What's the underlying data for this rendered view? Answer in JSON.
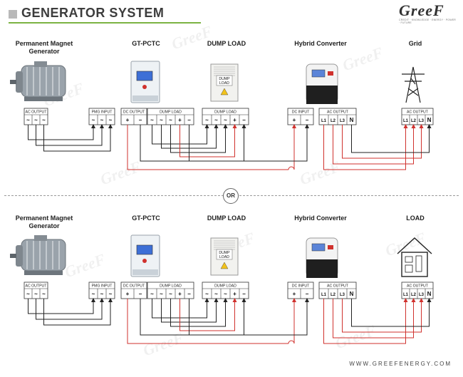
{
  "header": {
    "title": "GENERATOR SYSTEM"
  },
  "logo": {
    "text": "GreeF",
    "tagline": "CREDIT · KNOWLEDGE · ENERGY · POWER · FUTURE"
  },
  "colors": {
    "accent": "#7bb342",
    "dc_positive": "#d0312d",
    "dc_negative": "#222222"
  },
  "separator": {
    "label": "OR"
  },
  "upper": {
    "generator": {
      "label": "Permanent Magnet\nGenerator",
      "block_title": "AC OUTPUT",
      "terminals": [
        "~",
        "~",
        "~"
      ]
    },
    "controller": {
      "label": "GT-PCTC",
      "pmg_title": "PMG INPUT",
      "pmg_terminals": [
        "~",
        "~",
        "~"
      ],
      "dc_title": "DC OUTPUT",
      "dc_terminals": [
        "+",
        "−"
      ],
      "dump_title": "DUMP LOAD",
      "dump_terminals": [
        "~",
        "~",
        "~",
        "+",
        "−"
      ]
    },
    "dump_load": {
      "label": "DUMP LOAD",
      "box_text": "DUMP\nLOAD",
      "block_title": "DUMP LOAD",
      "terminals": [
        "~",
        "~",
        "~",
        "+",
        "−"
      ]
    },
    "converter": {
      "label": "Hybrid Converter",
      "dc_title": "DC INPUT",
      "dc_terminals": [
        "+",
        "−"
      ],
      "ac_title": "AC OUTPUT",
      "ac_terminals": [
        "L1",
        "L2",
        "L3",
        "N"
      ]
    },
    "destination": {
      "label": "Grid",
      "icon": "power-tower-icon",
      "block_title": "AC OUTPUT",
      "terminals": [
        "L1",
        "L2",
        "L3",
        "N"
      ]
    }
  },
  "lower": {
    "generator": {
      "label": "Permanent Magnet\nGenerator",
      "block_title": "AC OUTPUT",
      "terminals": [
        "~",
        "~",
        "~"
      ]
    },
    "controller": {
      "label": "GT-PCTC",
      "pmg_title": "PMG INPUT",
      "pmg_terminals": [
        "~",
        "~",
        "~"
      ],
      "dc_title": "DC OUTPUT",
      "dc_terminals": [
        "+",
        "−"
      ],
      "dump_title": "DUMP LOAD",
      "dump_terminals": [
        "~",
        "~",
        "~",
        "+",
        "−"
      ]
    },
    "dump_load": {
      "label": "DUMP LOAD",
      "box_text": "DUMP\nLOAD",
      "block_title": "DUMP LOAD",
      "terminals": [
        "~",
        "~",
        "~",
        "+",
        "−"
      ]
    },
    "converter": {
      "label": "Hybrid Converter",
      "dc_title": "DC INPUT",
      "dc_terminals": [
        "+",
        "−"
      ],
      "ac_title": "AC OUTPUT",
      "ac_terminals": [
        "L1",
        "L2",
        "L3",
        "N"
      ]
    },
    "destination": {
      "label": "LOAD",
      "icon": "house-load-icon",
      "block_title": "AC OUTPUT",
      "terminals": [
        "L1",
        "L2",
        "L3",
        "N"
      ]
    }
  },
  "footer": {
    "url": "WWW.GREEFENERGY.COM"
  }
}
